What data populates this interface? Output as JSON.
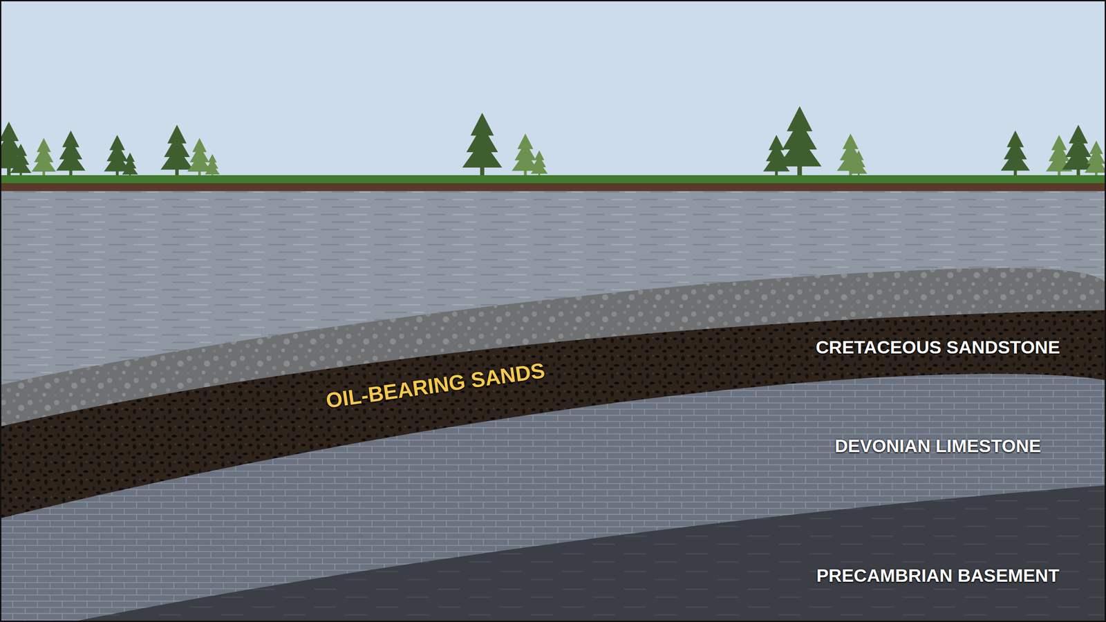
{
  "diagram": {
    "labels": [
      "OIL-BEARING SANDS",
      "CRETACEOUS SANDSTONE",
      "DEVONIAN LIMESTONE",
      "PRECAMBRIAN BASEMENT"
    ]
  }
}
